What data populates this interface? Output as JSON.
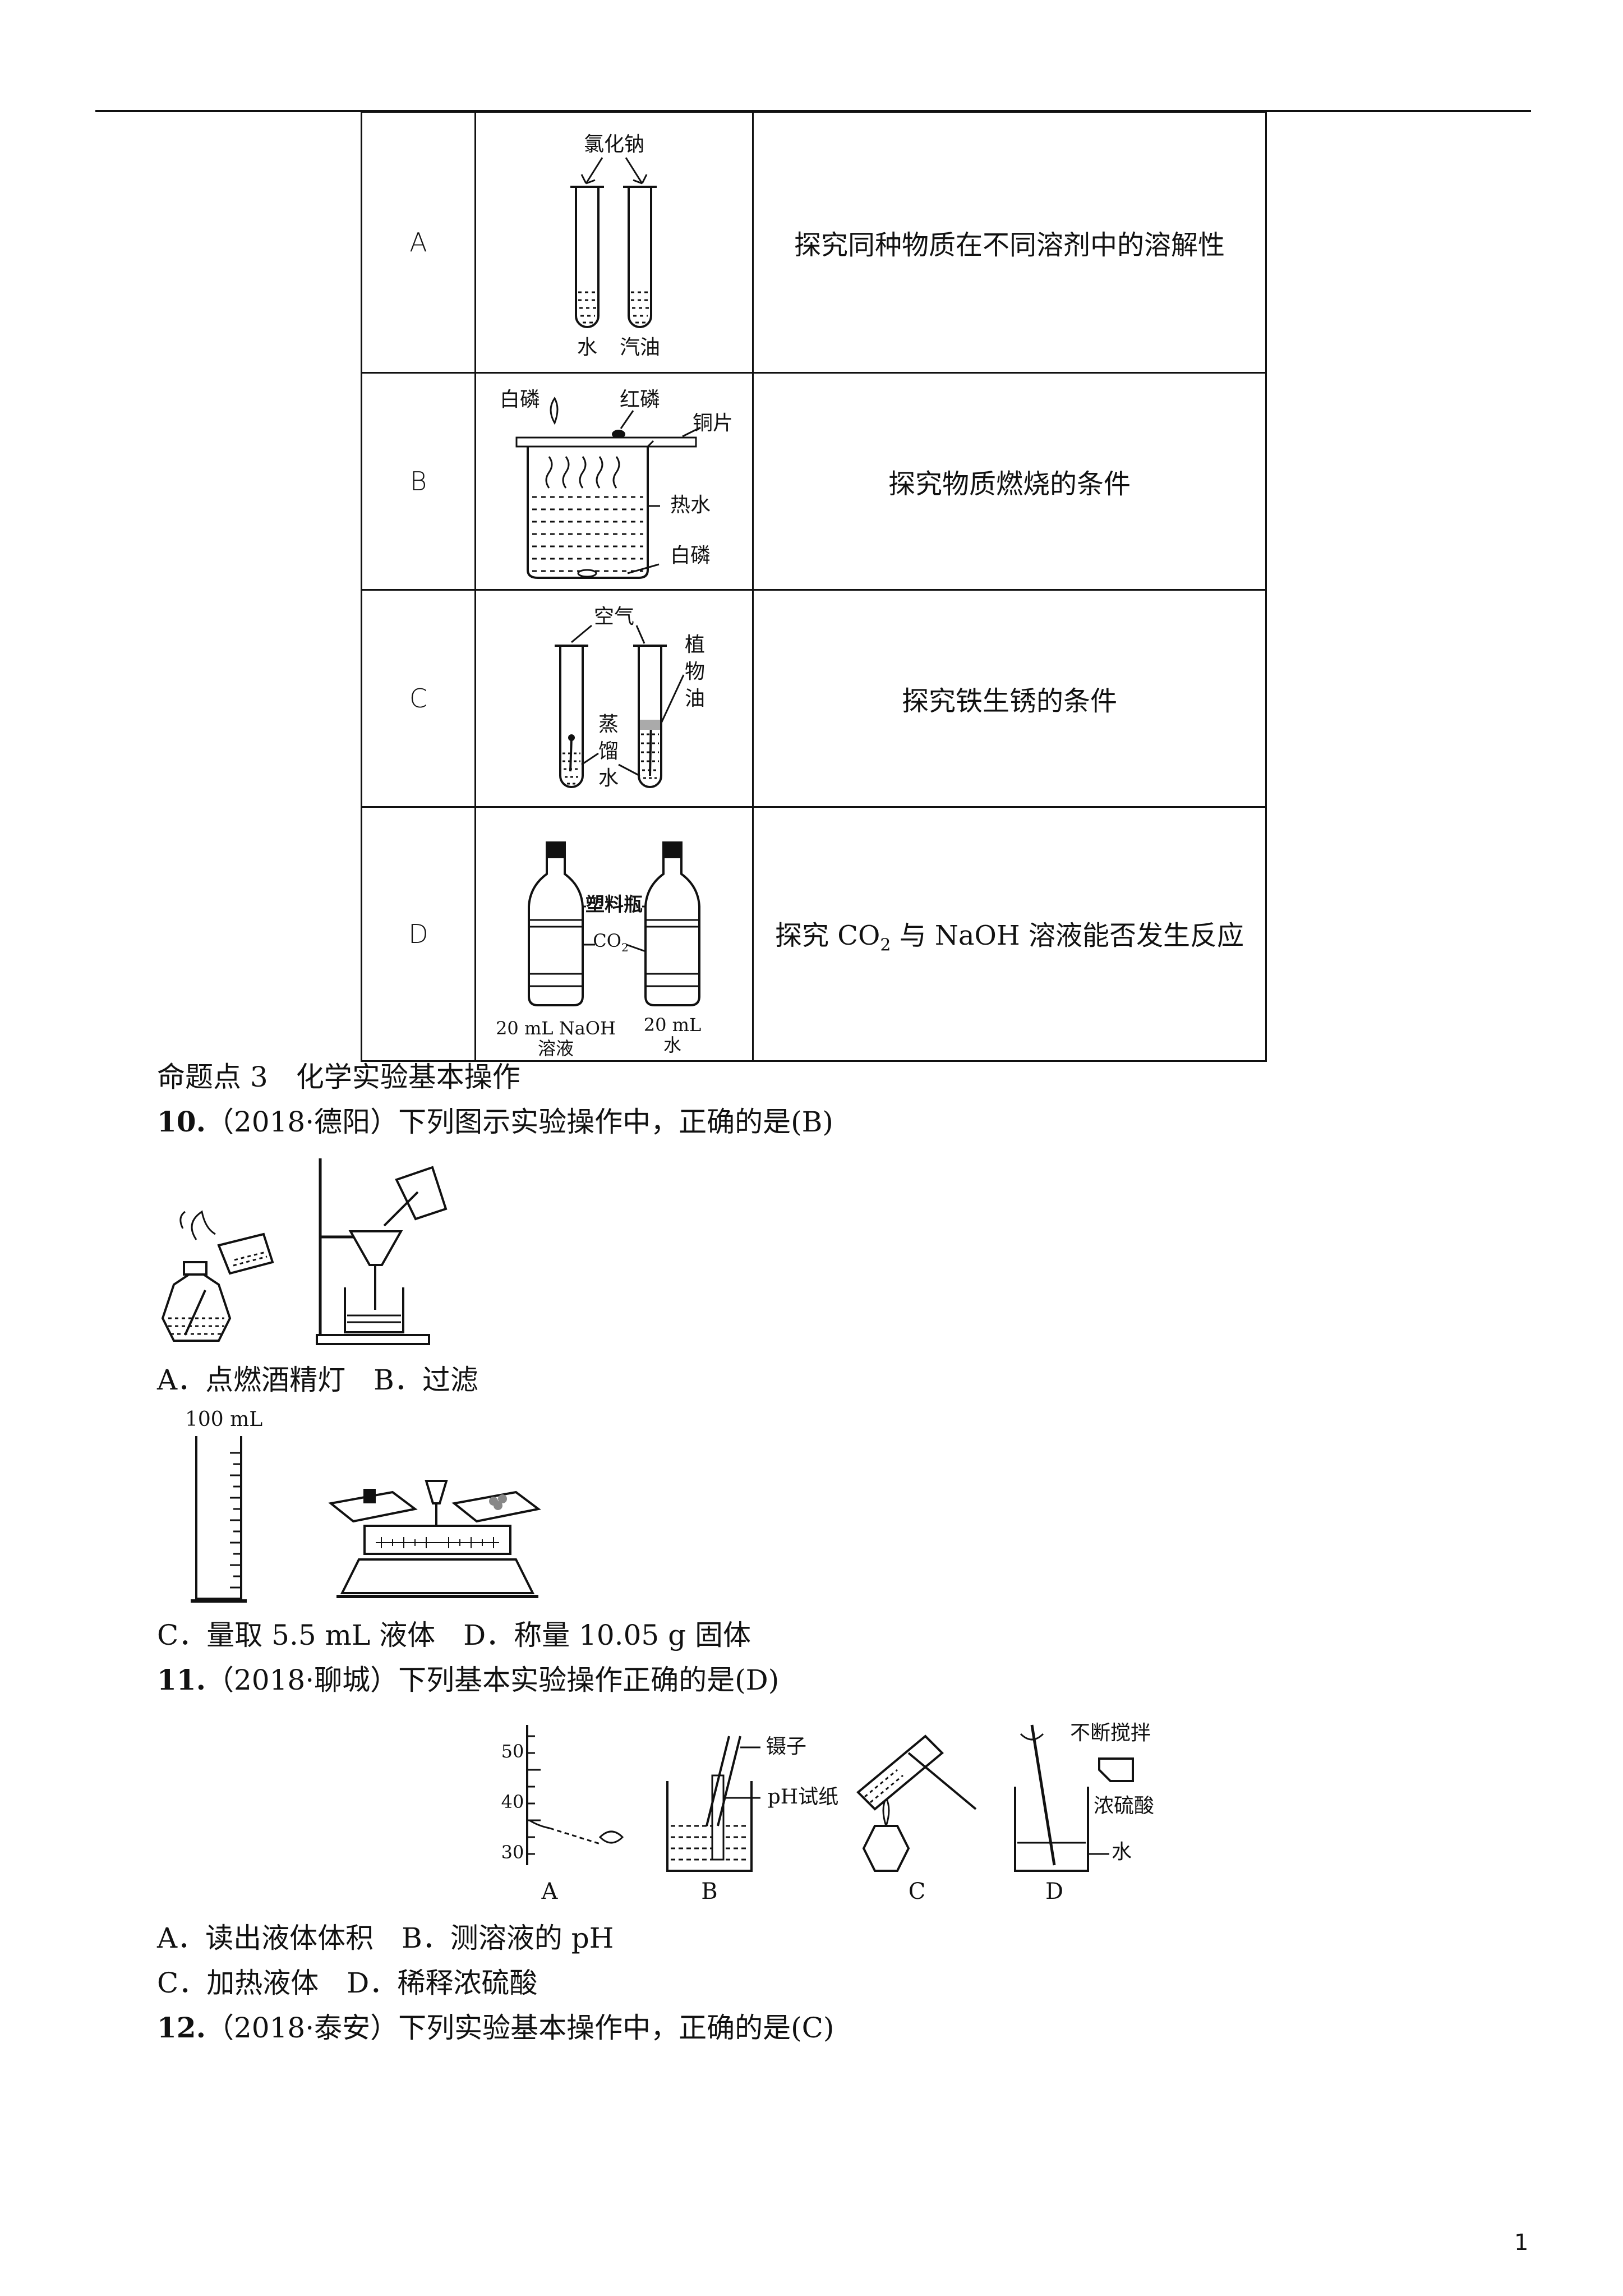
{
  "table": {
    "rows": [
      {
        "label": "A",
        "purpose": "探究同种物质在不同溶剂中的溶解性",
        "fig": {
          "top": "氯化钠",
          "left": "水",
          "right": "汽油"
        }
      },
      {
        "label": "B",
        "purpose": "探究物质燃烧的条件",
        "fig": {
          "white_p_top": "白磷",
          "red_p": "红磷",
          "copper": "铜片",
          "hot_water": "热水",
          "white_p_bottom": "白磷"
        }
      },
      {
        "label": "C",
        "purpose": "探究铁生锈的条件",
        "fig": {
          "air": "空气",
          "oil": "植物油",
          "water": "蒸馏水"
        }
      },
      {
        "label": "D",
        "purpose_pre": "探究 CO",
        "purpose_sub": "2",
        "purpose_post": " 与 NaOH 溶液能否发生反应",
        "fig": {
          "bottle": "塑料瓶",
          "co2": "CO",
          "co2_sub": "2",
          "left_l1": "20 mL NaOH",
          "left_l2": "溶液",
          "right_l1": "20 mL",
          "right_l2": "水"
        }
      }
    ]
  },
  "section_title": "命题点 3　化学实验基本操作",
  "q10": {
    "number": "10.",
    "stem": "（2018·德阳）下列图示实验操作中，正确的是(B)",
    "opts_ab": "A．点燃酒精灯　B．过滤",
    "cylinder_label": "100 mL",
    "opts_cd": "C．量取 5.5 mL 液体　D．称量 10.05 g 固体"
  },
  "q11": {
    "number": "11.",
    "stem": "（2018·聊城）下列基本实验操作正确的是(D)",
    "fig": {
      "ticks": [
        "50",
        "40",
        "30"
      ],
      "tweezers": "镊子",
      "ph_paper": "pH试纸",
      "stir": "不断搅拌",
      "acid": "浓硫酸",
      "water": "水",
      "letters": [
        "A",
        "B",
        "C",
        "D"
      ]
    },
    "opts_ab": "A．读出液体体积　B．测溶液的 pH",
    "opts_cd": "C．加热液体　D．稀释浓硫酸"
  },
  "q12": {
    "number": "12.",
    "stem": "（2018·泰安）下列实验基本操作中，正确的是(C)"
  },
  "page_number": "1"
}
